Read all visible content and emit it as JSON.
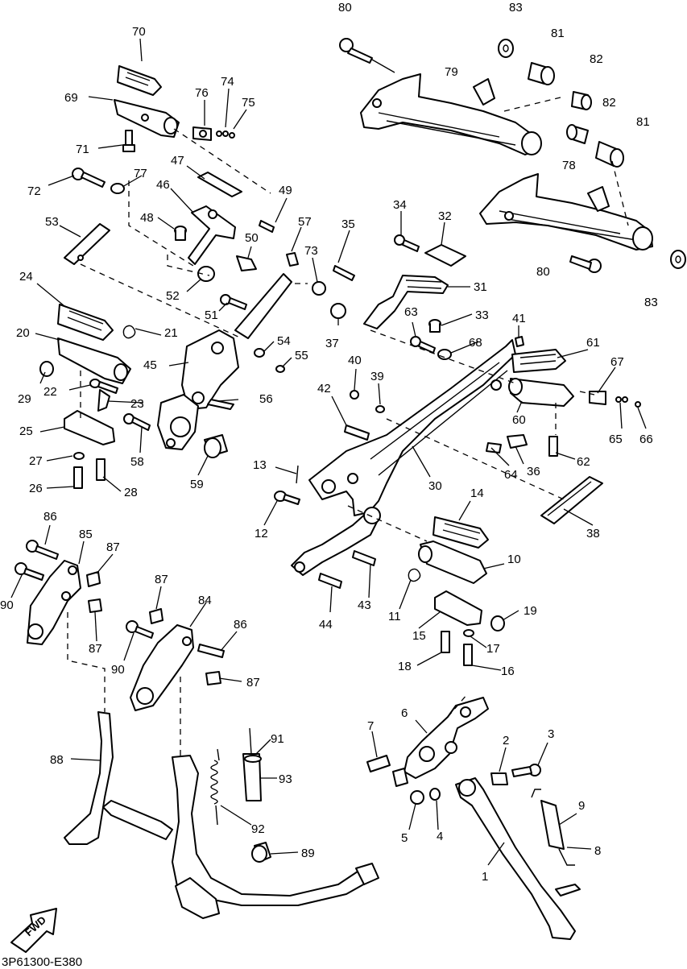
{
  "diagram_code": "3P61300-E380",
  "direction_badge": "FWD",
  "callouts": [
    {
      "num": "1"
    },
    {
      "num": "2"
    },
    {
      "num": "3"
    },
    {
      "num": "4"
    },
    {
      "num": "5"
    },
    {
      "num": "6"
    },
    {
      "num": "7"
    },
    {
      "num": "8"
    },
    {
      "num": "9"
    },
    {
      "num": "10"
    },
    {
      "num": "11"
    },
    {
      "num": "12"
    },
    {
      "num": "13"
    },
    {
      "num": "14"
    },
    {
      "num": "15"
    },
    {
      "num": "16"
    },
    {
      "num": "17"
    },
    {
      "num": "18"
    },
    {
      "num": "19"
    },
    {
      "num": "20"
    },
    {
      "num": "21"
    },
    {
      "num": "22"
    },
    {
      "num": "23"
    },
    {
      "num": "24"
    },
    {
      "num": "25"
    },
    {
      "num": "26"
    },
    {
      "num": "27"
    },
    {
      "num": "28"
    },
    {
      "num": "29"
    },
    {
      "num": "30"
    },
    {
      "num": "31"
    },
    {
      "num": "32"
    },
    {
      "num": "33"
    },
    {
      "num": "34"
    },
    {
      "num": "35"
    },
    {
      "num": "36"
    },
    {
      "num": "37"
    },
    {
      "num": "38"
    },
    {
      "num": "39"
    },
    {
      "num": "40"
    },
    {
      "num": "41"
    },
    {
      "num": "42"
    },
    {
      "num": "43"
    },
    {
      "num": "44"
    },
    {
      "num": "45"
    },
    {
      "num": "46"
    },
    {
      "num": "47"
    },
    {
      "num": "48"
    },
    {
      "num": "49"
    },
    {
      "num": "50"
    },
    {
      "num": "51"
    },
    {
      "num": "52"
    },
    {
      "num": "53"
    },
    {
      "num": "54"
    },
    {
      "num": "55"
    },
    {
      "num": "56"
    },
    {
      "num": "57"
    },
    {
      "num": "58"
    },
    {
      "num": "59"
    },
    {
      "num": "60"
    },
    {
      "num": "61"
    },
    {
      "num": "62"
    },
    {
      "num": "63"
    },
    {
      "num": "64"
    },
    {
      "num": "65"
    },
    {
      "num": "66"
    },
    {
      "num": "67"
    },
    {
      "num": "68"
    },
    {
      "num": "69"
    },
    {
      "num": "70"
    },
    {
      "num": "71"
    },
    {
      "num": "72"
    },
    {
      "num": "73"
    },
    {
      "num": "74"
    },
    {
      "num": "75"
    },
    {
      "num": "76"
    },
    {
      "num": "77"
    },
    {
      "num": "78"
    },
    {
      "num": "79"
    },
    {
      "num": "80"
    },
    {
      "num": "80"
    },
    {
      "num": "81"
    },
    {
      "num": "81"
    },
    {
      "num": "82"
    },
    {
      "num": "82"
    },
    {
      "num": "83"
    },
    {
      "num": "83"
    },
    {
      "num": "84"
    },
    {
      "num": "85"
    },
    {
      "num": "86"
    },
    {
      "num": "86"
    },
    {
      "num": "87"
    },
    {
      "num": "87"
    },
    {
      "num": "87"
    },
    {
      "num": "87"
    },
    {
      "num": "88"
    },
    {
      "num": "89"
    },
    {
      "num": "90"
    },
    {
      "num": "90"
    },
    {
      "num": "91"
    },
    {
      "num": "92"
    },
    {
      "num": "93"
    }
  ]
}
